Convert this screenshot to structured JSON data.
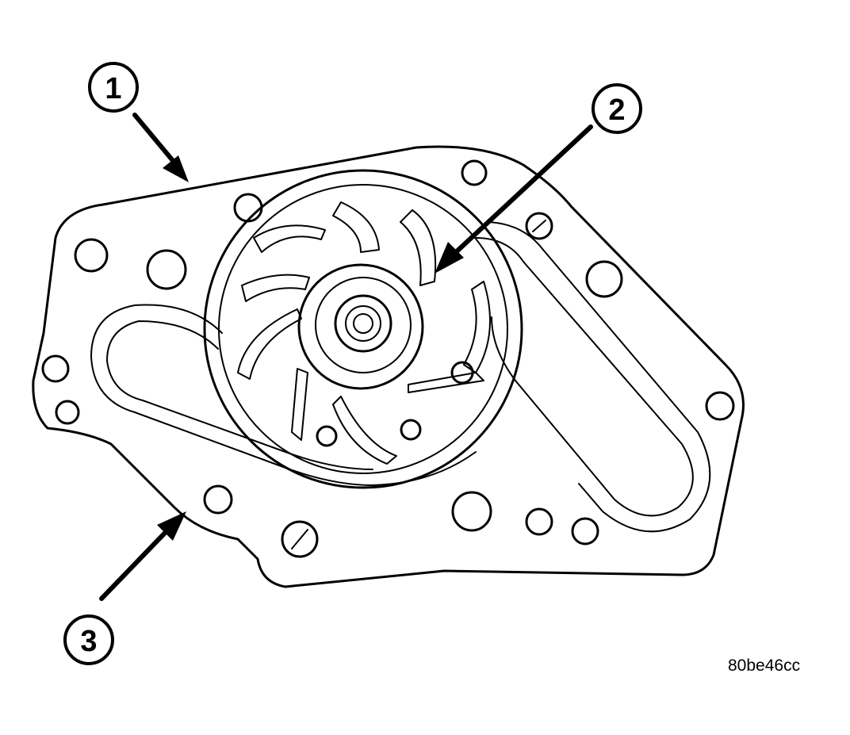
{
  "callouts": [
    {
      "label": "1"
    },
    {
      "label": "2"
    },
    {
      "label": "3"
    }
  ],
  "figure_id": "80be46cc",
  "colors": {
    "line": "#000000",
    "background": "#ffffff"
  }
}
